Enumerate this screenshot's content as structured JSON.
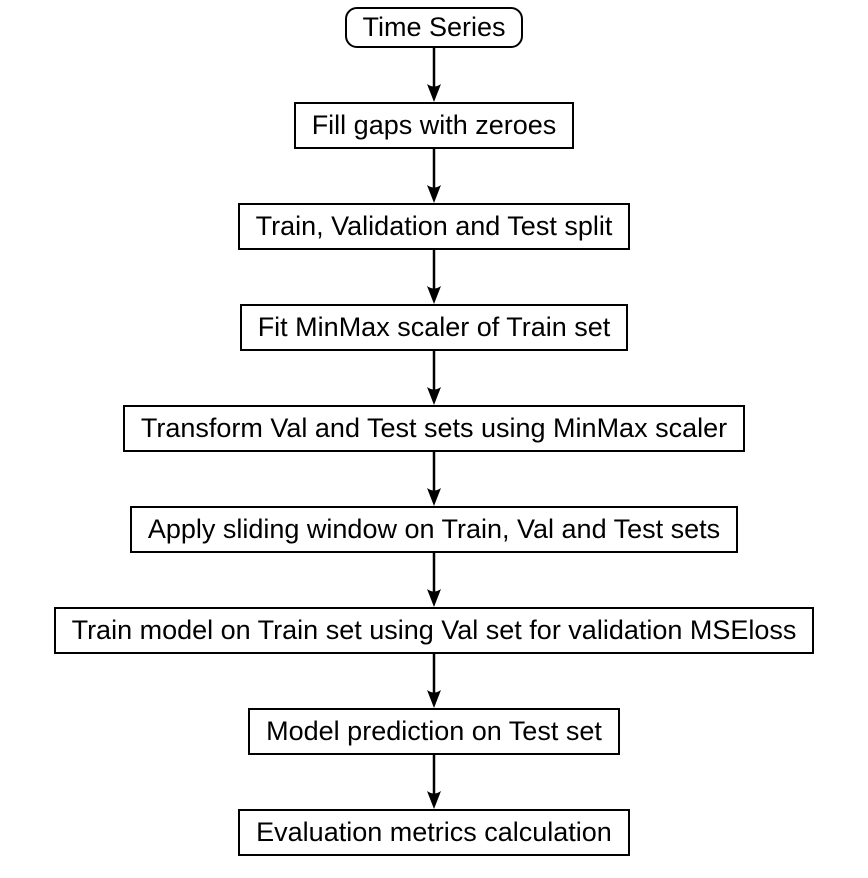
{
  "diagram": {
    "type": "flowchart",
    "orientation": "top-down",
    "colors": {
      "background": "#ffffff",
      "node_fill": "#ffffff",
      "node_stroke": "#000000",
      "text": "#000000",
      "arrow": "#000000"
    },
    "nodes": [
      {
        "id": "time-series",
        "label": "Time Series",
        "shape": "rounded-rect"
      },
      {
        "id": "fill-gaps",
        "label": "Fill gaps with zeroes",
        "shape": "rect"
      },
      {
        "id": "train-val-test-split",
        "label": "Train, Validation and Test split",
        "shape": "rect"
      },
      {
        "id": "fit-minmax-scaler",
        "label": "Fit MinMax scaler of Train set",
        "shape": "rect"
      },
      {
        "id": "transform-val-test",
        "label": "Transform Val and Test sets using MinMax scaler",
        "shape": "rect"
      },
      {
        "id": "apply-sliding-window",
        "label": "Apply sliding window on Train, Val and Test sets",
        "shape": "rect"
      },
      {
        "id": "train-model",
        "label": "Train model on Train set using Val set for validation MSEloss",
        "shape": "rect"
      },
      {
        "id": "model-prediction",
        "label": "Model prediction on Test set",
        "shape": "rect"
      },
      {
        "id": "evaluation-metrics",
        "label": "Evaluation metrics calculation",
        "shape": "rect"
      }
    ],
    "edges": [
      {
        "from": "time-series",
        "to": "fill-gaps"
      },
      {
        "from": "fill-gaps",
        "to": "train-val-test-split"
      },
      {
        "from": "train-val-test-split",
        "to": "fit-minmax-scaler"
      },
      {
        "from": "fit-minmax-scaler",
        "to": "transform-val-test"
      },
      {
        "from": "transform-val-test",
        "to": "apply-sliding-window"
      },
      {
        "from": "apply-sliding-window",
        "to": "train-model"
      },
      {
        "from": "train-model",
        "to": "model-prediction"
      },
      {
        "from": "model-prediction",
        "to": "evaluation-metrics"
      }
    ]
  }
}
